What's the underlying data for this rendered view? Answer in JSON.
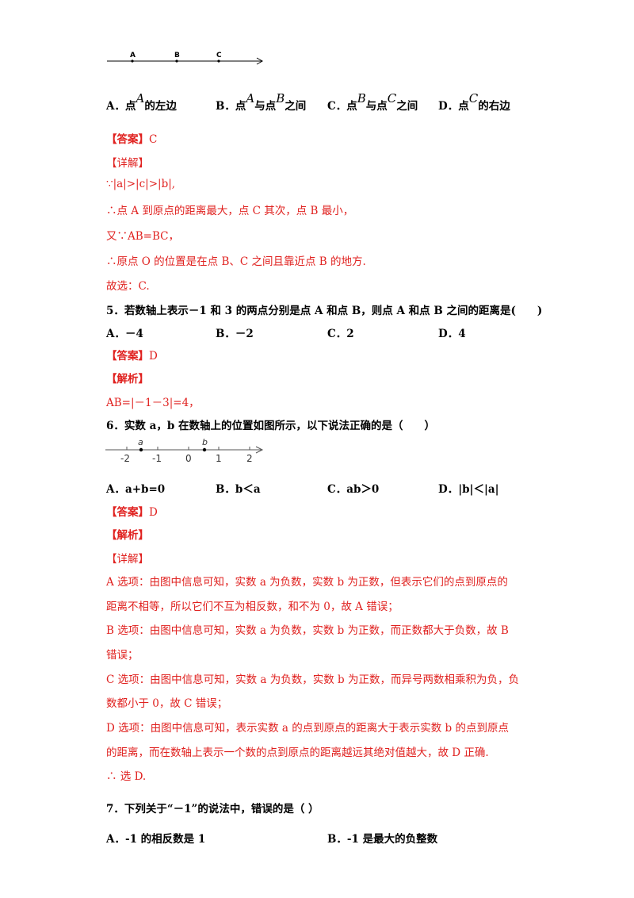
{
  "fig1": {
    "labels": [
      "A",
      "B",
      "C"
    ]
  },
  "q4": {
    "options": {
      "a": {
        "letter": "A．",
        "p1": "点",
        "v1": "A",
        "p2": "的左边"
      },
      "b": {
        "letter": "B．",
        "p1": "点",
        "v1": "A",
        "p2": "与点",
        "v2": "B",
        "p3": "之间"
      },
      "c": {
        "letter": "C．",
        "p1": "点",
        "v1": "B",
        "p2": "与点",
        "v2": "C",
        "p3": "之间"
      },
      "d": {
        "letter": "D．",
        "p1": "点",
        "v1": "C",
        "p2": "的右边"
      }
    },
    "answer_tag": "【答案】",
    "answer": "C",
    "detail_tag": "【详解】",
    "lines": [
      "∵|a|>|c|>|b|,",
      "∴点 A 到原点的距离最大，点 C 其次，点 B 最小，",
      "又∵AB=BC，",
      "∴原点 O 的位置是在点 B、C 之间且靠近点 B 的地方.",
      "故选：C."
    ]
  },
  "q5": {
    "stem": "5．若数轴上表示－1 和 3 的两点分别是点 A 和点 B，则点 A 和点 B 之间的距离是(　　)",
    "options": [
      "A．－4",
      "B．－2",
      "C．2",
      "D．4"
    ],
    "answer_tag": "【答案】",
    "answer": "D",
    "analysis_tag": "【解析】",
    "solution": "AB=|－1－3|=4，"
  },
  "q6": {
    "stem": "6．实数 a，b 在数轴上的位置如图所示，以下说法正确的是（　　）",
    "fig": {
      "point_labels": [
        "a",
        "b"
      ],
      "ticks": [
        "-2",
        "-1",
        "0",
        "1",
        "2"
      ]
    },
    "options": [
      "A．a+b=0",
      "B．b＜a",
      "C．ab＞0",
      "D．|b|＜|a|"
    ],
    "answer_tag": "【答案】",
    "answer": "D",
    "analysis_tag": "【解析】",
    "detail_tag": "【详解】",
    "lines": [
      "A 选项：由图中信息可知，实数 a 为负数，实数 b 为正数，但表示它们的点到原点的",
      "距离不相等，所以它们不互为相反数，和不为 0，故 A 错误；",
      "B 选项：由图中信息可知，实数 a 为负数，实数 b 为正数，而正数都大于负数，故 B",
      "错误；",
      "C 选项：由图中信息可知，实数 a 为负数，实数 b 为正数，而异号两数相乘积为负，负",
      "数都小于 0，故 C 错误；",
      "D 选项：由图中信息可知，表示实数 a 的点到原点的距离大于表示实数 b 的点到原点",
      "的距离，而在数轴上表示一个数的点到原点的距离越远其绝对值越大，故 D 正确.",
      "∴ 选 D."
    ]
  },
  "q7": {
    "stem": "7．下列关于“－1”的说法中，错误的是（ ）",
    "options": [
      "A．-1 的相反数是 1",
      "B．-1 是最大的负整数"
    ]
  }
}
